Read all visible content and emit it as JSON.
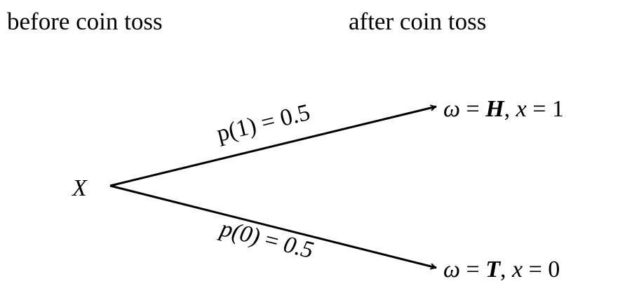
{
  "headers": {
    "before": "before coin toss",
    "after": "after coin toss"
  },
  "root": {
    "label": "X"
  },
  "branches": [
    {
      "prob_func": "p",
      "prob_arg": "(1)",
      "prob_eq": " = ",
      "prob_val": "0.5",
      "omega": "ω",
      "eq1": " = ",
      "outcome": "H",
      "sep": ", ",
      "var": "x",
      "eq2": " = ",
      "value": "1"
    },
    {
      "prob_func": "p",
      "prob_arg": "(0)",
      "prob_eq": " = ",
      "prob_val": "0.5",
      "omega": "ω",
      "eq1": " = ",
      "outcome": "T",
      "sep": ", ",
      "var": "x",
      "eq2": " = ",
      "value": "0"
    }
  ],
  "colors": {
    "ink": "#000000",
    "background": "#ffffff"
  }
}
